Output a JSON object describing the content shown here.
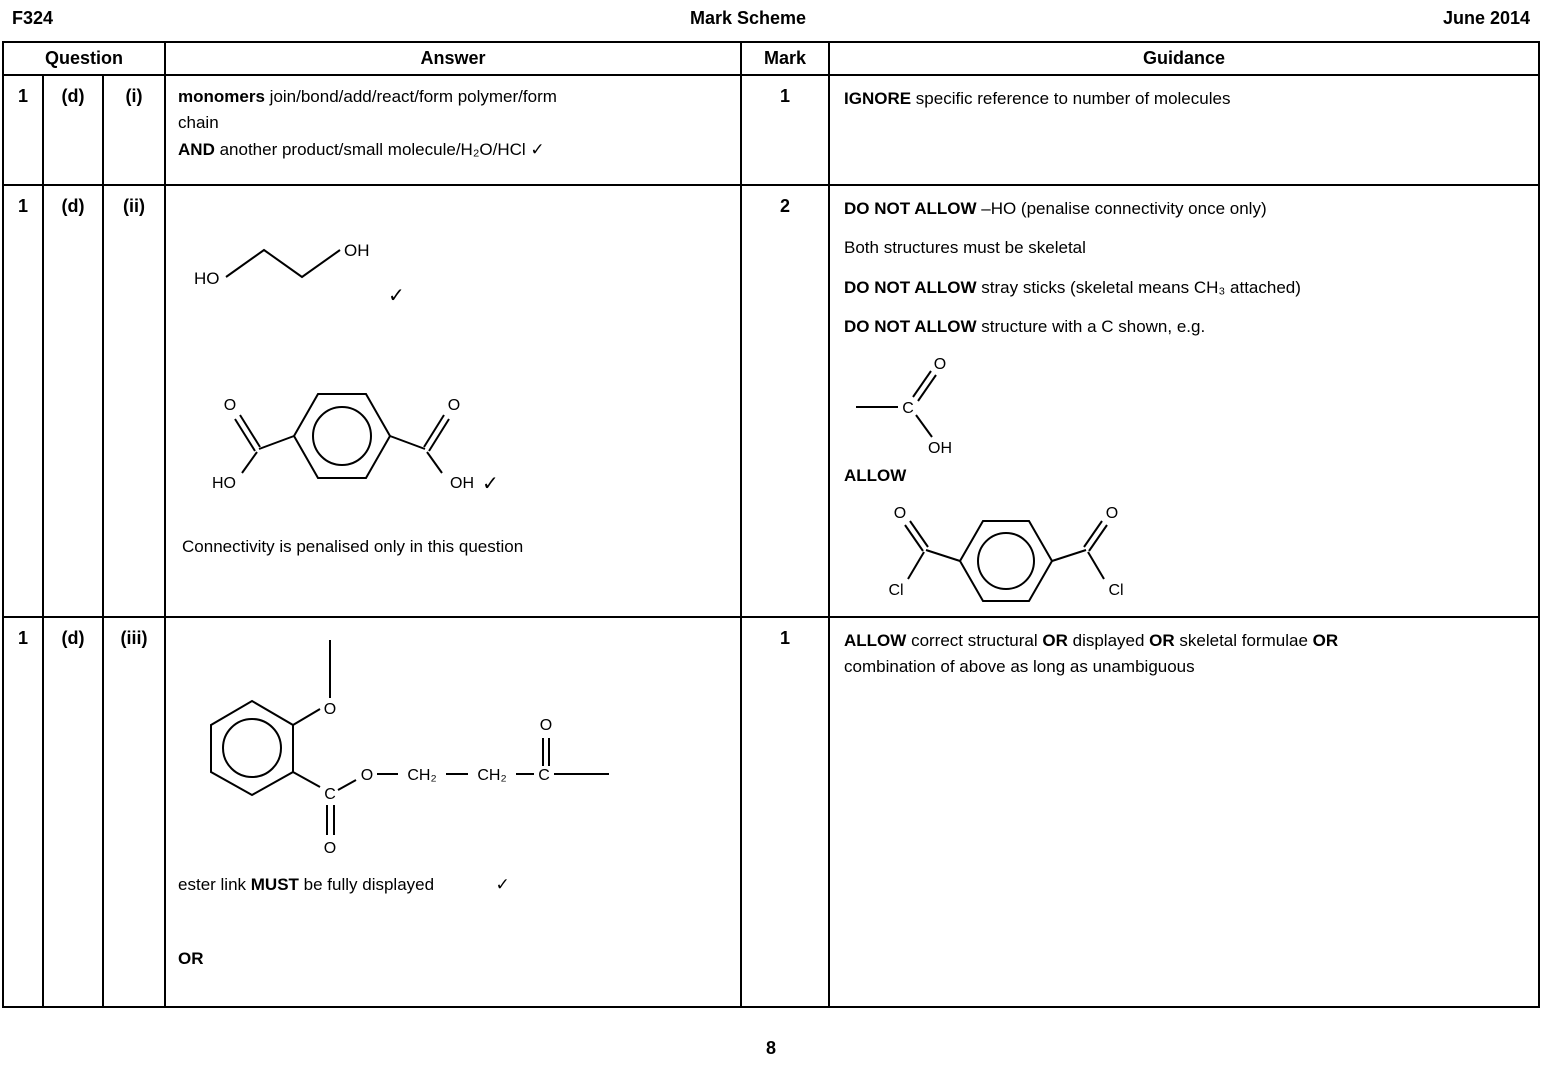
{
  "page": {
    "header_left": "F324",
    "header_center": "Mark Scheme",
    "header_right": "June 2014",
    "page_number": "8"
  },
  "table": {
    "headers": {
      "question": "Question",
      "answer": "Answer",
      "mark": "Mark",
      "guidance": "Guidance"
    },
    "rows": [
      {
        "q_num": "1",
        "q_part": "(d)",
        "q_sub": "(i)",
        "mark": "1",
        "answer": [
          {
            "b": true,
            "t": "monomers"
          },
          {
            "b": false,
            "t": " join/bond/add/react/form polymer/form\nchain\n"
          },
          {
            "b": true,
            "t": "AND"
          },
          {
            "b": false,
            "t": " another product/small molecule/H₂O/HCl ✓"
          }
        ],
        "guidance": [
          [
            {
              "b": true,
              "t": "IGNORE"
            },
            {
              "b": false,
              "t": " specific reference to number of molecules"
            }
          ]
        ]
      },
      {
        "q_num": "1",
        "q_part": "(d)",
        "q_sub": "(ii)",
        "mark": "2",
        "answer_note": "Connectivity is penalised only in this question",
        "guidance": [
          [
            {
              "b": true,
              "t": "DO NOT ALLOW"
            },
            {
              "b": false,
              "t": " –HO (penalise connectivity once only)"
            }
          ],
          [
            {
              "b": false,
              "t": "Both structures must be skeletal"
            }
          ],
          [
            {
              "b": true,
              "t": "DO NOT ALLOW"
            },
            {
              "b": false,
              "t": " stray sticks (skeletal means CH₃ attached)"
            }
          ],
          [
            {
              "b": true,
              "t": "DO NOT ALLOW"
            },
            {
              "b": false,
              "t": " structure with a C shown, e.g."
            }
          ],
          [
            {
              "b": true,
              "t": "ALLOW"
            }
          ]
        ]
      },
      {
        "q_num": "1",
        "q_part": "(d)",
        "q_sub": "(iii)",
        "mark": "1",
        "answer_note": [
          {
            "b": false,
            "t": "ester link "
          },
          {
            "b": true,
            "t": "MUST"
          },
          {
            "b": false,
            "t": " be fully displayed             ✓"
          }
        ],
        "answer_or": "OR",
        "guidance": [
          [
            {
              "b": true,
              "t": "ALLOW"
            },
            {
              "b": false,
              "t": " correct structural "
            },
            {
              "b": true,
              "t": "OR"
            },
            {
              "b": false,
              "t": " displayed "
            },
            {
              "b": true,
              "t": "OR"
            },
            {
              "b": false,
              "t": " skeletal formulae "
            },
            {
              "b": true,
              "t": "OR"
            },
            {
              "b": false,
              "t": "\ncombination of above as long as unambiguous"
            }
          ]
        ]
      }
    ]
  },
  "structures": {
    "ethylene_glycol": {
      "ho": "HO",
      "oh": "OH",
      "tick": "✓"
    },
    "terephthalic_acid": {
      "o_left": "O",
      "ho_left": "HO",
      "o_right": "O",
      "oh_right": "OH",
      "tick": "✓"
    },
    "carbon_shown": {
      "c": "C",
      "o": "O",
      "oh": "OH"
    },
    "terephthaloyl_chloride": {
      "o_left": "O",
      "cl_left": "Cl",
      "o_right": "O",
      "cl_right": "Cl"
    },
    "ester": {
      "o_methoxy": "O",
      "c_carbonyl": "C",
      "o_carbonyl": "O",
      "o_ester": "O",
      "ch2_a": "CH₂",
      "ch2_b": "CH₂",
      "c_chain": "C",
      "o_chain": "O"
    }
  }
}
